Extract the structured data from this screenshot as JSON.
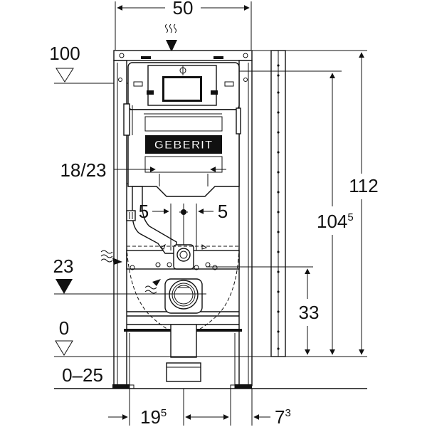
{
  "diagram": {
    "brand": "GEBERIT",
    "dimensions": {
      "frame_width": "50",
      "top_level": "100",
      "side_offset": "18/23",
      "center_left": "5",
      "center_right": "5",
      "total_height": "112",
      "height_main": "104",
      "height_sup": "5",
      "drain_level": "23",
      "drain_height": "33",
      "floor_level": "0",
      "floor_range": "0–25",
      "bottom_left_main": "19",
      "bottom_left_sup": "5",
      "bottom_right_main": "7",
      "bottom_right_sup": "3"
    }
  }
}
